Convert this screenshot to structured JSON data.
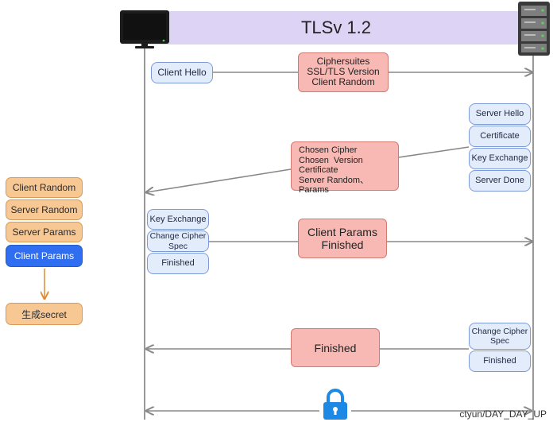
{
  "title": "TLSv 1.2",
  "client_hello": "Client Hello",
  "client_hello_payload": [
    "Ciphersuites",
    "SSL/TLS Version",
    "Client Random"
  ],
  "server_messages": [
    "Server Hello",
    "Certificate",
    "Key Exchange",
    "Server Done"
  ],
  "server_payload": [
    "Chosen Cipher",
    "Chosen  Version",
    "Certificate",
    "Server Random、Params"
  ],
  "client_messages": [
    "Key Exchange",
    "Change Cipher Spec",
    "Finished"
  ],
  "client_payload": [
    "Client Params",
    "Finished"
  ],
  "server_finish_messages": [
    "Change Cipher Spec",
    "Finished"
  ],
  "server_finish_payload": "Finished",
  "secret_inputs": [
    "Client Random",
    "Server Random",
    "Server Params",
    "Client Params"
  ],
  "secret_output": "生成secret",
  "watermark": "ctyun/DAY_DAY_UP",
  "icons": [
    "monitor-icon",
    "server-icon",
    "lock-icon"
  ],
  "colors": {
    "banner": "#dcd3f5",
    "accent_blue": "#2f6ef0",
    "lock": "#1e88e5"
  }
}
